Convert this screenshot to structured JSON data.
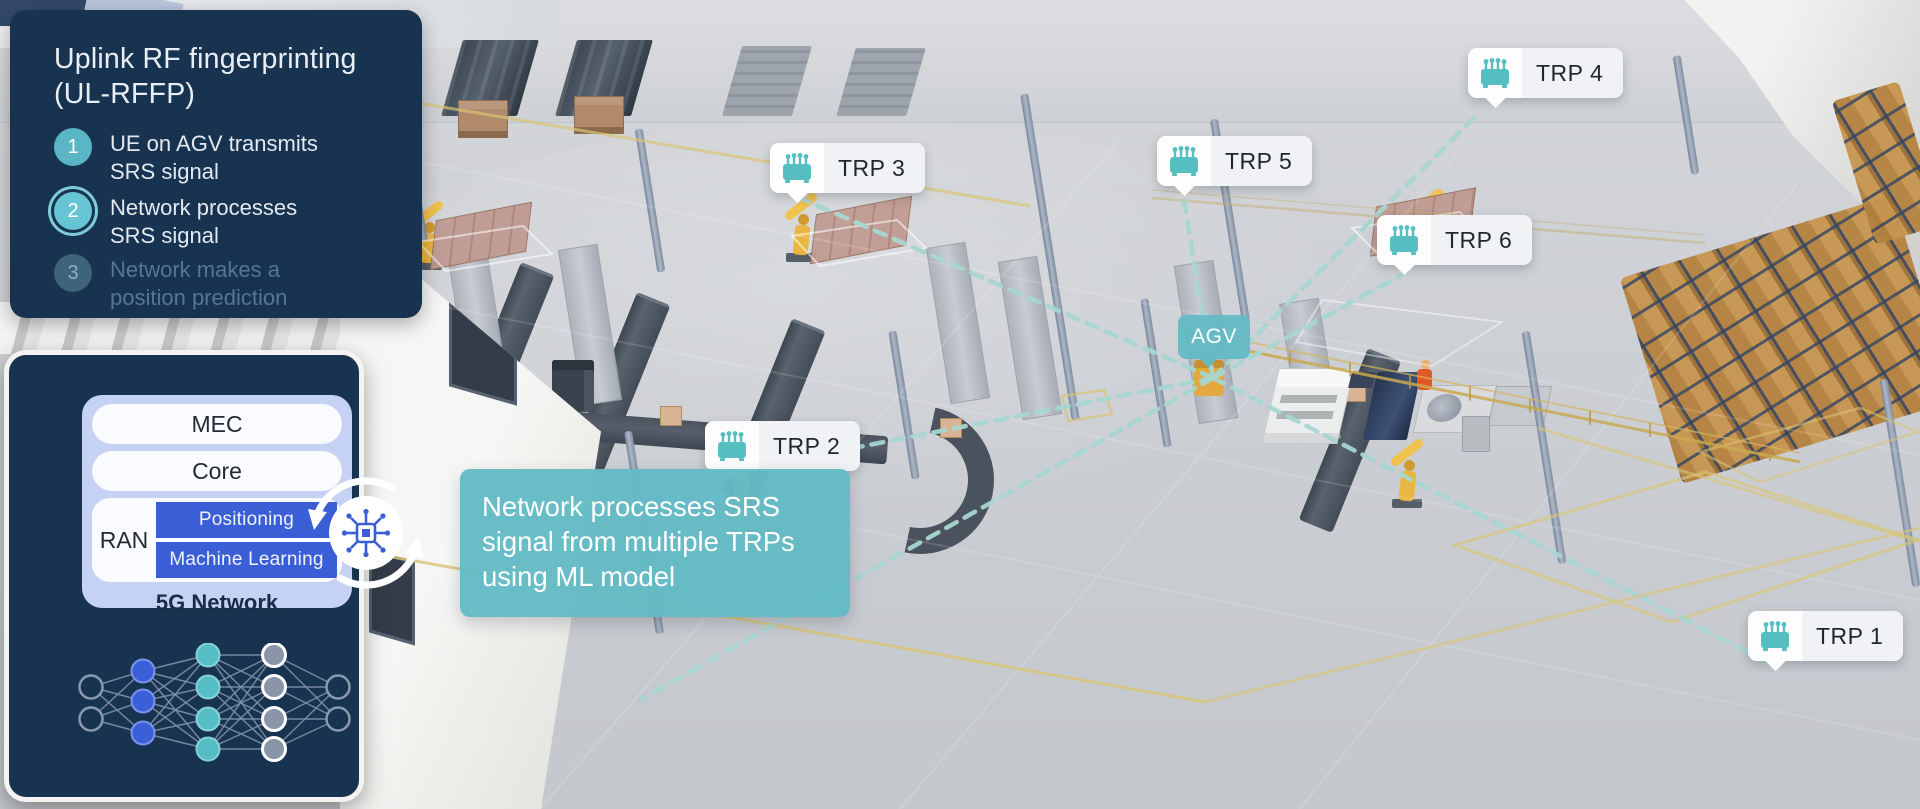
{
  "info_panel": {
    "title": "Uplink RF fingerprinting (UL-RFFP)",
    "steps": [
      {
        "num": "1",
        "text": "UE on AGV transmits SRS signal",
        "state": "done"
      },
      {
        "num": "2",
        "text": "Network processes SRS signal",
        "state": "active"
      },
      {
        "num": "3",
        "text": "Network makes a position prediction",
        "state": "upcoming"
      }
    ]
  },
  "network_panel": {
    "layers": [
      "MEC",
      "Core"
    ],
    "ran_label": "RAN",
    "ran_items": [
      "Positioning",
      "Machine Learning"
    ],
    "caption": "5G Network",
    "icons": [
      "brain-circuit-icon",
      "cycle-arrows-icon",
      "neural-network-graphic"
    ]
  },
  "callout": {
    "text": "Network processes SRS signal from multiple TRPs using ML model"
  },
  "scene": {
    "agv_label": "AGV",
    "trps": [
      {
        "label": "TRP 1"
      },
      {
        "label": "TRP 2"
      },
      {
        "label": "TRP 3"
      },
      {
        "label": "TRP 4"
      },
      {
        "label": "TRP 5"
      },
      {
        "label": "TRP 6"
      }
    ],
    "trp_icon": "antenna-unit-icon"
  },
  "colors": {
    "panel_navy": "#18334f",
    "accent_teal": "#63bac5",
    "accent_blue": "#3a5ed6",
    "lavender": "#c6d2f4",
    "signal_dash": "#a8d6d0"
  }
}
